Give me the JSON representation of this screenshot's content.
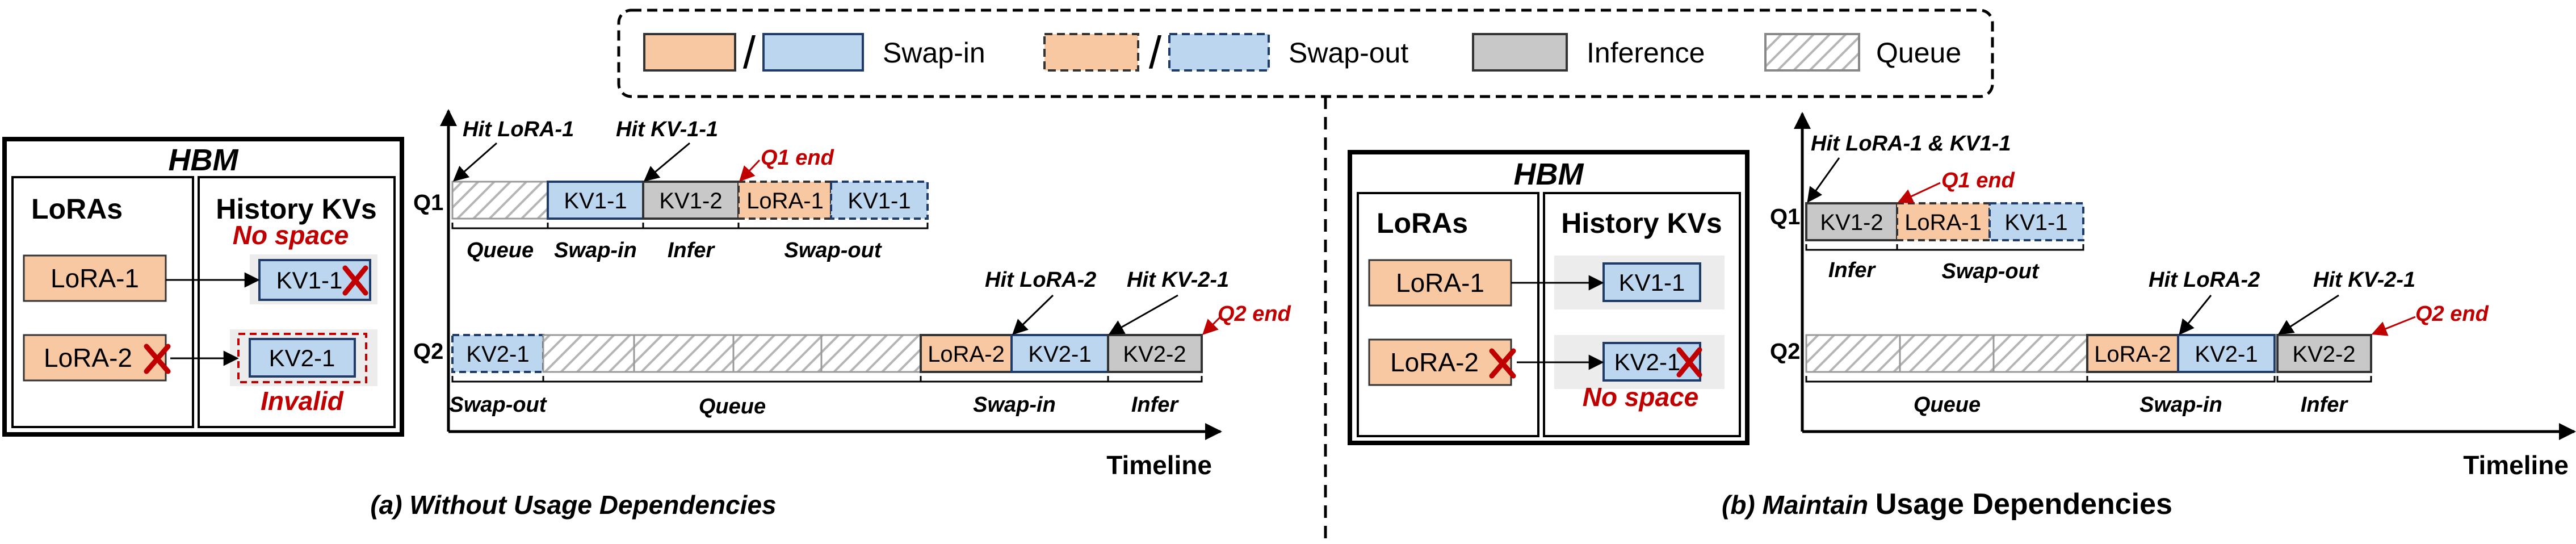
{
  "colors": {
    "lora": "#f8c8a2",
    "kv": "#bcd6ef",
    "infer": "#c8c8c8",
    "queue_stripe": "#b5b5b5",
    "kv_border": "#1f3c68",
    "red": "#c00000",
    "panel_bg": "#ececec"
  },
  "legend": {
    "slash": "/",
    "swap_in": "Swap-in",
    "swap_out": "Swap-out",
    "inference": "Inference",
    "queue": "Queue"
  },
  "left": {
    "hbm_title": "HBM",
    "loras_title": "LoRAs",
    "kvs_title": "History KVs",
    "lora1": "LoRA-1",
    "lora2": "LoRA-2",
    "kv1": "KV1-1",
    "kv2": "KV2-1",
    "no_space": "No space",
    "invalid": "Invalid",
    "q1": "Q1",
    "q2": "Q2",
    "hit_lora1": "Hit LoRA-1",
    "hit_kv11": "Hit KV-1-1",
    "q1_end": "Q1 end",
    "hit_lora2": "Hit LoRA-2",
    "hit_kv21": "Hit KV-2-1",
    "q2_end": "Q2 end",
    "q1_blocks": [
      "KV1-1",
      "KV1-2",
      "LoRA-1",
      "KV1-1"
    ],
    "q2_blocks": [
      "KV2-1",
      "LoRA-2",
      "KV2-1",
      "KV2-2"
    ],
    "lbl_queue": "Queue",
    "lbl_swapin": "Swap-in",
    "lbl_infer": "Infer",
    "lbl_swapout": "Swap-out",
    "timeline": "Timeline",
    "caption": "(a) Without Usage Dependencies"
  },
  "right": {
    "hbm_title": "HBM",
    "loras_title": "LoRAs",
    "kvs_title": "History KVs",
    "lora1": "LoRA-1",
    "lora2": "LoRA-2",
    "kv1": "KV1-1",
    "kv2": "KV2-1",
    "no_space": "No space",
    "q1": "Q1",
    "q2": "Q2",
    "hit_both": "Hit LoRA-1 & KV1-1",
    "q1_end": "Q1 end",
    "hit_lora2": "Hit LoRA-2",
    "hit_kv21": "Hit KV-2-1",
    "q2_end": "Q2 end",
    "q1_blocks": [
      "KV1-2",
      "LoRA-1",
      "KV1-1"
    ],
    "q2_blocks": [
      "LoRA-2",
      "KV2-1",
      "KV2-2"
    ],
    "lbl_infer": "Infer",
    "lbl_swapout": "Swap-out",
    "lbl_queue": "Queue",
    "lbl_swapin": "Swap-in",
    "timeline": "Timeline",
    "caption_pre": "(b) Maintain ",
    "caption_em": "Usage Dependencies"
  }
}
